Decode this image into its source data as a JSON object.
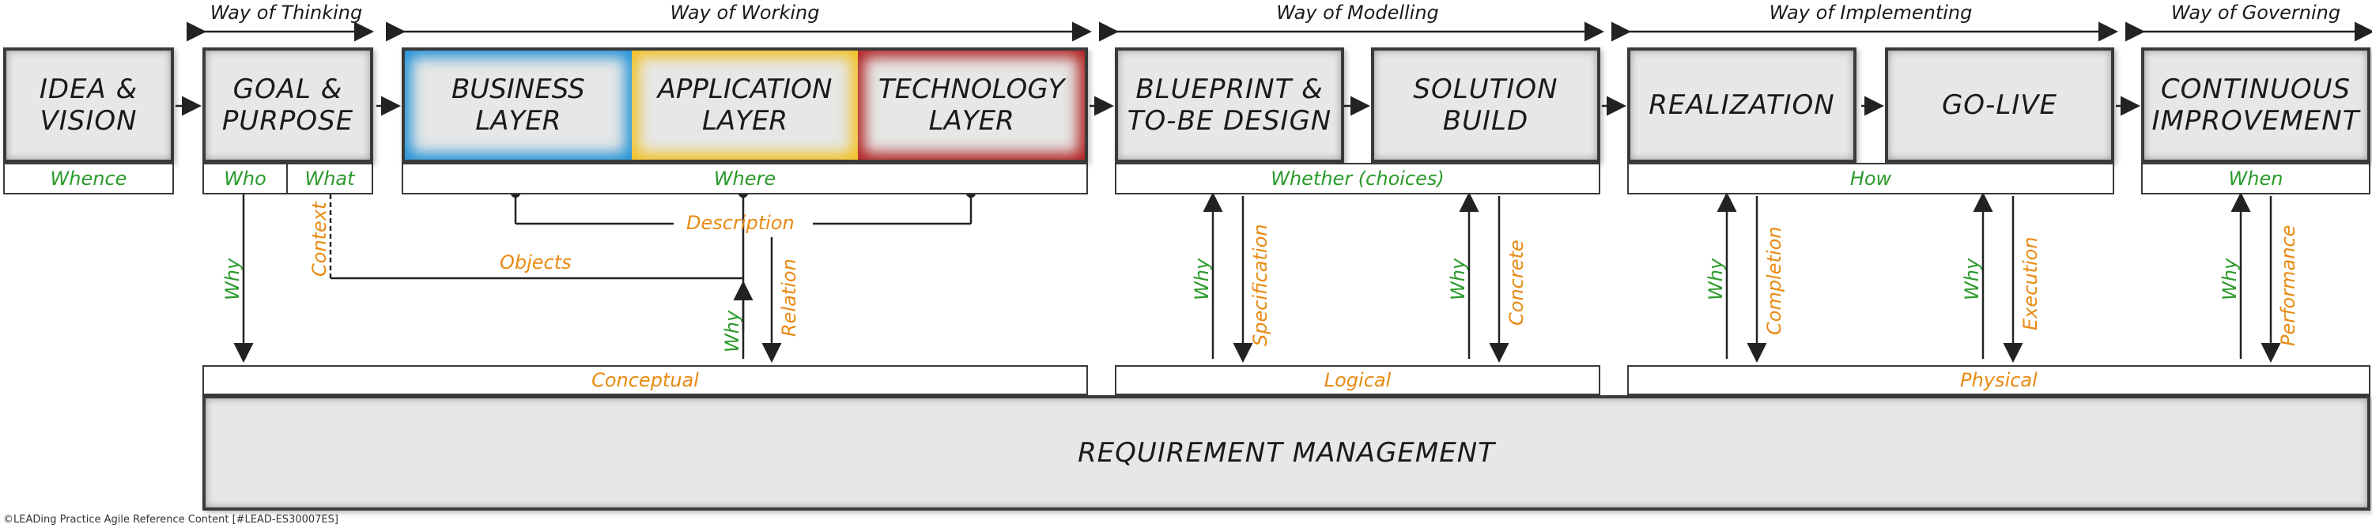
{
  "headers": {
    "thinking": "Way of Thinking",
    "working": "Way of Working",
    "modelling": "Way of Modelling",
    "implementing": "Way of Implementing",
    "governing": "Way of Governing"
  },
  "boxes": {
    "idea": "IDEA &\nVISION",
    "goal": "GOAL &\nPURPOSE",
    "business": "BUSINESS\nLAYER",
    "application": "APPLICATION\nLAYER",
    "technology": "TECHNOLOGY\nLAYER",
    "blueprint": "BLUEPRINT &\nTO-BE DESIGN",
    "solution": "SOLUTION\nBUILD",
    "realization": "REALIZATION",
    "golive": "GO-LIVE",
    "continuous": "CONTINUOUS\nIMPROVEMENT",
    "requirement": "REQUIREMENT MANAGEMENT"
  },
  "questions": {
    "whence": "Whence",
    "who": "Who",
    "what": "What",
    "where": "Where",
    "whether": "Whether (choices)",
    "how": "How",
    "when": "When"
  },
  "levels": {
    "conceptual": "Conceptual",
    "logical": "Logical",
    "physical": "Physical"
  },
  "connectors": {
    "why": "Why",
    "context": "Context",
    "objects": "Objects",
    "description": "Description",
    "relation": "Relation",
    "specification": "Specification",
    "concrete": "Concrete",
    "completion": "Completion",
    "execution": "Execution",
    "performance": "Performance"
  },
  "layer_colors": {
    "business": "#1e90d6",
    "application": "#f2c020",
    "technology": "#b01e1e"
  },
  "footer": "©LEADing Practice Agile Reference Content [#LEAD-ES30007ES]"
}
